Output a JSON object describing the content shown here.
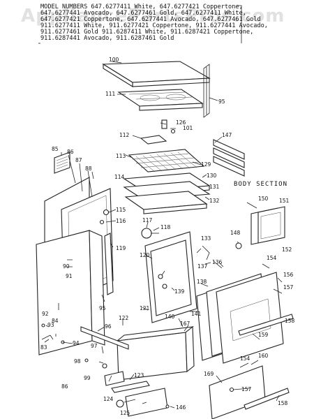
{
  "header": {
    "lines": [
      "MODEL NUMBERS 647.6277411 White, 647.6277421 Coppertone,",
      "647.6277441 Avocado, 647.6277461 Gold, 647.6277411 White,",
      "647.6277421 Coppertone, 647.6277441 Avocado, 647.6277461 Gold",
      "911.6277411 White, 911.6277421 Coppertone, 911.6277441 Avocado,",
      "911.6277461 Gold 911.6287411 White, 911.6287421 Coppertone,",
      "911.6287441 Avocado, 911.6287461 Gold"
    ]
  },
  "watermark": "AppliancePartsPros.com",
  "section_title": "BODY SECTION",
  "part_labels": [
    "100",
    "111",
    "95",
    "126",
    "101",
    "112",
    "147",
    "85",
    "86",
    "87",
    "113",
    "129",
    "88",
    "130",
    "114",
    "131",
    "132",
    "115",
    "116",
    "117",
    "118",
    "150",
    "151",
    "148",
    "152",
    "119",
    "133",
    "120",
    "90",
    "91",
    "137",
    "136",
    "154",
    "138",
    "156",
    "139",
    "157",
    "92",
    "95",
    "121",
    "141",
    "93",
    "84",
    "122",
    "140",
    "167",
    "158",
    "159",
    "83",
    "94",
    "96",
    "97",
    "98",
    "160",
    "154",
    "99",
    "123",
    "169",
    "157",
    "124",
    "125",
    "146",
    "158",
    "86"
  ]
}
